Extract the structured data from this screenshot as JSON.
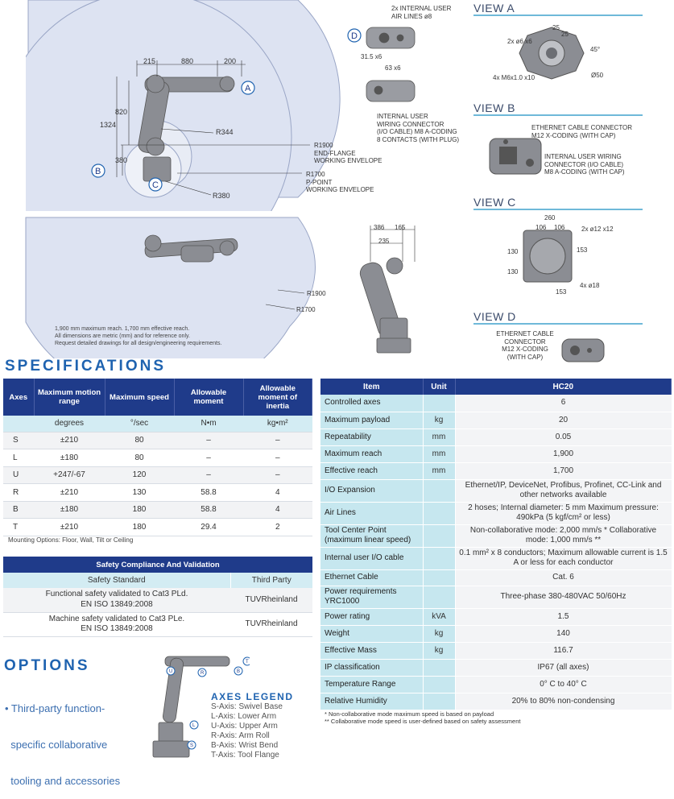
{
  "drawing": {
    "dims_top": [
      "215",
      "880",
      "200"
    ],
    "dims_left": [
      "820",
      "1324",
      "380"
    ],
    "radius_labels": [
      "R344",
      "R1900",
      "R1700",
      "R380"
    ],
    "r1900_desc": [
      "R1900",
      "END-FLANGE",
      "WORKING ENVELOPE"
    ],
    "r1700_desc": [
      "R1700",
      "P-POINT",
      "WORKING ENVELOPE"
    ],
    "markers": [
      "A",
      "B",
      "C",
      "D"
    ],
    "lower_labels": [
      "R1900",
      "R1700"
    ],
    "side_dims": [
      "386",
      "165",
      "235"
    ],
    "notes": [
      "1,900 mm maximum reach.  1,700 mm effective reach.",
      "All dimensions are metric (mm) and for reference only.",
      "Request detailed drawings for all design/engineering requirements."
    ],
    "d_labels": [
      "2x INTERNAL USER",
      "AIR LINES ø8",
      "31.5 x6",
      "63 x6"
    ],
    "wiring_labels": [
      "INTERNAL USER",
      "WIRING CONNECTOR",
      "(I/O CABLE) M8 A-CODING",
      "8 CONTACTS (WITH PLUG)"
    ]
  },
  "views": {
    "a": {
      "title": "VIEW A",
      "labels": [
        "25",
        "25",
        "2x ø6 x6",
        "45°",
        "4x M6x1.0 x10",
        "Ø50"
      ]
    },
    "b": {
      "title": "VIEW B",
      "labels": [
        "ETHERNET CABLE CONNECTOR",
        "M12 X-CODING (WITH CAP)",
        "INTERNAL USER WIRING",
        "CONNECTOR (I/O CABLE)",
        "M8 A-CODING (WITH CAP)"
      ]
    },
    "c": {
      "title": "VIEW C",
      "labels": [
        "260",
        "106",
        "106",
        "2x ø12 x12",
        "130",
        "130",
        "153",
        "153",
        "4x ø18"
      ]
    },
    "d": {
      "title": "VIEW D",
      "labels": [
        "ETHERNET CABLE",
        "CONNECTOR",
        "M12 X-CODING",
        "(WITH CAP)"
      ]
    }
  },
  "specifications_title": "SPECIFICATIONS",
  "axes_table": {
    "headers": [
      "Axes",
      "Maximum motion range",
      "Maximum speed",
      "Allowable moment",
      "Allowable moment of inertia"
    ],
    "units": [
      "",
      "degrees",
      "°/sec",
      "N•m",
      "kg•m²"
    ],
    "rows": [
      [
        "S",
        "±210",
        "80",
        "–",
        "–"
      ],
      [
        "L",
        "±180",
        "80",
        "–",
        "–"
      ],
      [
        "U",
        "+247/-67",
        "120",
        "–",
        "–"
      ],
      [
        "R",
        "±210",
        "130",
        "58.8",
        "4"
      ],
      [
        "B",
        "±180",
        "180",
        "58.8",
        "4"
      ],
      [
        "T",
        "±210",
        "180",
        "29.4",
        "2"
      ]
    ],
    "mounting": "Mounting Options: Floor, Wall, Tilt or Ceiling"
  },
  "safety_table": {
    "title": "Safety Compliance And Validation",
    "headers": [
      "Safety Standard",
      "Third Party"
    ],
    "rows": [
      {
        "line1": "Functional safety validated to Cat3 PLd.",
        "line2": "EN ISO 13849:2008",
        "party": "TUVRheinland"
      },
      {
        "line1": "Machine safety validated to Cat3 PLe.",
        "line2": "EN ISO 13849:2008",
        "party": "TUVRheinland"
      }
    ]
  },
  "spec_table": {
    "headers": [
      "Item",
      "Unit",
      "HC20"
    ],
    "rows": [
      {
        "item": "Controlled axes",
        "unit": "",
        "val": "6"
      },
      {
        "item": "Maximum payload",
        "unit": "kg",
        "val": "20"
      },
      {
        "item": "Repeatability",
        "unit": "mm",
        "val": "0.05"
      },
      {
        "item": "Maximum reach",
        "unit": "mm",
        "val": "1,900"
      },
      {
        "item": "Effective reach",
        "unit": "mm",
        "val": "1,700"
      },
      {
        "item": "I/O Expansion",
        "unit": "",
        "val": "Ethernet/IP, DeviceNet, Profibus, Profinet, CC-Link and other networks available"
      },
      {
        "item": "Air Lines",
        "unit": "",
        "val": "2 hoses; Internal diameter: 5 mm Maximum pressure: 490kPa (5 kgf/cm² or less)"
      },
      {
        "item": "Tool Center Point (maximum linear speed)",
        "unit": "",
        "val": "Non-collaborative mode: 2,000 mm/s * Collaborative mode: 1,000 mm/s **"
      },
      {
        "item": "Internal user I/O cable",
        "unit": "",
        "val": "0.1 mm² x 8 conductors; Maximum allowable current is 1.5 A or less for each conductor"
      },
      {
        "item": "Ethernet Cable",
        "unit": "",
        "val": "Cat. 6"
      },
      {
        "item": "Power requirements YRC1000",
        "unit": "",
        "val": "Three-phase 380-480VAC 50/60Hz"
      },
      {
        "item": "Power rating",
        "unit": "kVA",
        "val": "1.5"
      },
      {
        "item": "Weight",
        "unit": "kg",
        "val": "140"
      },
      {
        "item": "Effective Mass",
        "unit": "kg",
        "val": "116.7"
      },
      {
        "item": "IP classification",
        "unit": "",
        "val": "IP67 (all axes)"
      },
      {
        "item": "Temperature Range",
        "unit": "",
        "val": "0° C to 40° C"
      },
      {
        "item": "Relative Humidity",
        "unit": "",
        "val": "20% to 80% non-condensing"
      }
    ],
    "footnotes": [
      "* Non-collaborative mode maximum speed is based on payload",
      "** Collaborative mode speed is user-defined based on safety assessment"
    ]
  },
  "options": {
    "title": "OPTIONS",
    "items": [
      "• Third-party function-",
      "  specific collaborative",
      "  tooling and accessories"
    ]
  },
  "axes_legend": {
    "title": "AXES LEGEND",
    "items": [
      "S-Axis: Swivel Base",
      "L-Axis: Lower Arm",
      "U-Axis: Upper Arm",
      "R-Axis: Arm Roll",
      "B-Axis: Wrist Bend",
      "T-Axis: Tool Flange"
    ],
    "robot_markers": [
      "U",
      "R",
      "B",
      "T",
      "L",
      "S"
    ]
  },
  "colors": {
    "header_blue": "#1f3b8a",
    "light_teal": "#c6e7ef",
    "title_blue": "#1f63b0",
    "envelope": "#dde3f2"
  }
}
